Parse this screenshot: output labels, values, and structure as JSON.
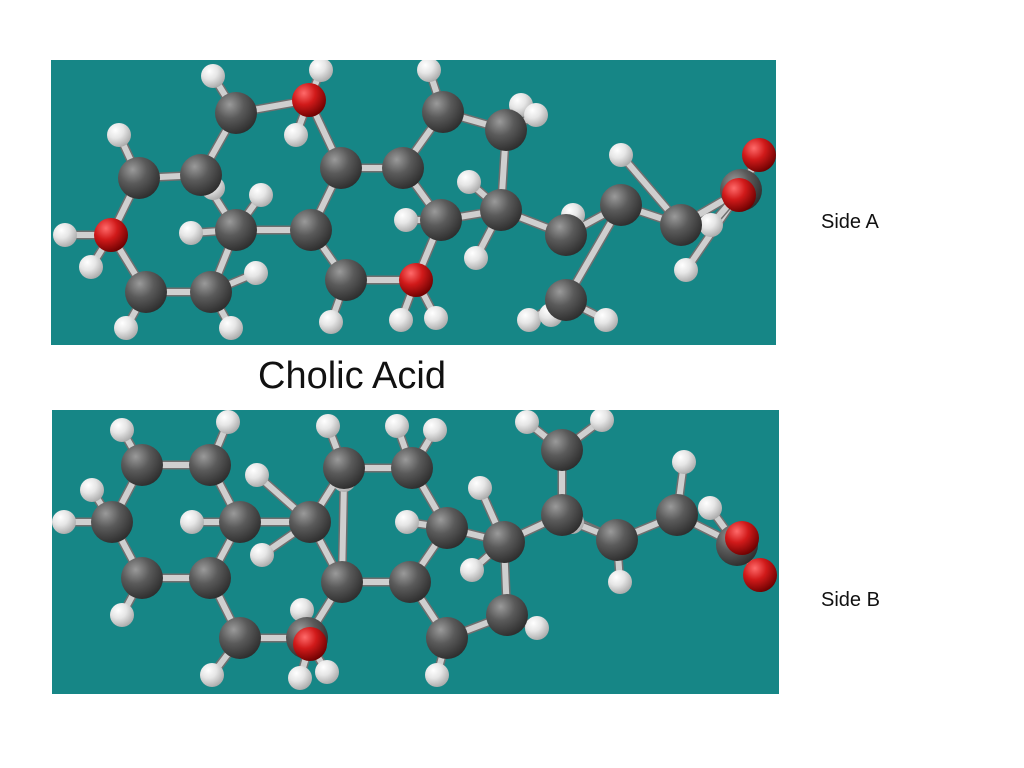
{
  "slide": {
    "title": "Cholic Acid",
    "views": [
      {
        "label": "Side A"
      },
      {
        "label": "Side B"
      }
    ]
  },
  "colors": {
    "background": "#168686",
    "carbon": "#5a5a5a",
    "hydrogen": "#e6e6e6",
    "oxygen": "#d11a1a",
    "bond": "#cfcfcf"
  },
  "atom_legend": {
    "carbon": "carbon-atom",
    "hydrogen": "hydrogen-atom",
    "oxygen": "oxygen-atom"
  }
}
